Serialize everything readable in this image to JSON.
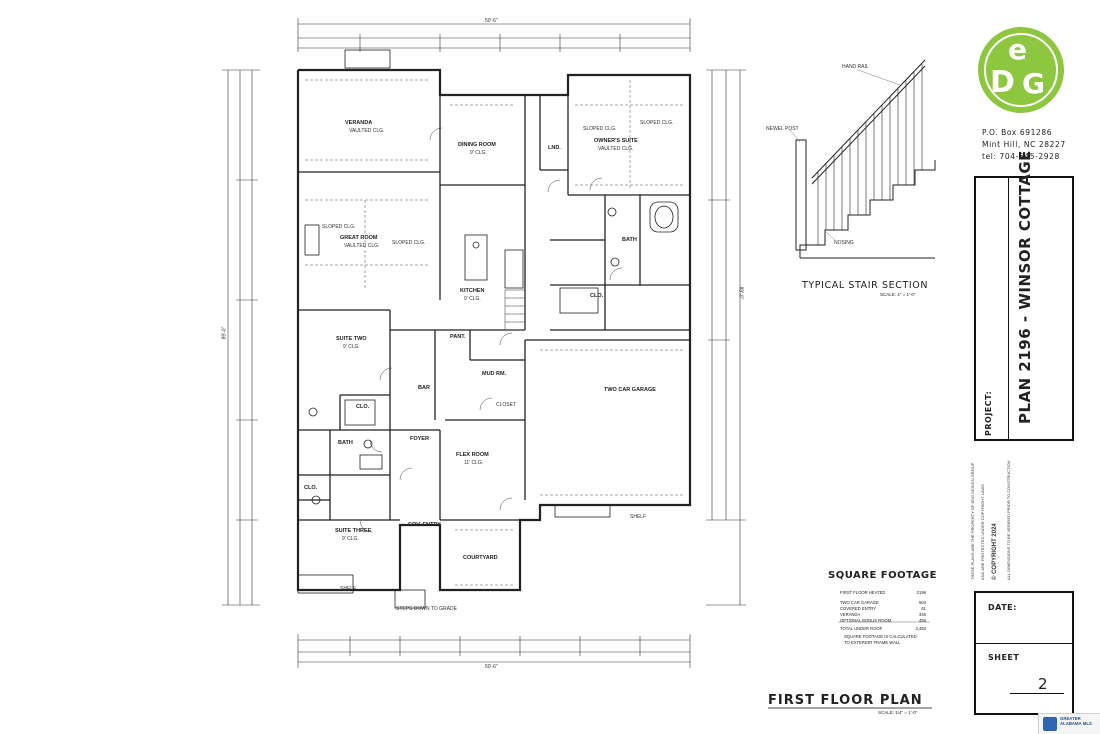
{
  "logo": {
    "letters": [
      "e",
      "D",
      "G"
    ],
    "color": "#8dc63f"
  },
  "contact": {
    "po_box": "P.O. Box 691286",
    "city": "Mint Hill, NC 28227",
    "tel": "tel: 704-545-2928"
  },
  "project": {
    "label": "PROJECT:",
    "name": "PLAN 2196 - WINSOR COTTAGE"
  },
  "notes": [
    "THESE PLANS ARE THE PROPERTY OF EDG DESIGN GROUP",
    "AND ARE PROTECTED UNDER COPYRIGHT LAWS",
    "© COPYRIGHT 2024",
    "ALL DIMENSIONS TO BE VERIFIED PRIOR TO CONSTRUCTION"
  ],
  "sheet_box": {
    "date_label": "DATE:",
    "sheet_label": "SHEET",
    "sheet_number": "2"
  },
  "stair_section": {
    "title": "TYPICAL STAIR SECTION",
    "scale": "SCALE: 1\" = 1'-0\"",
    "labels": {
      "hand_rail": "HAND RAIL",
      "newel_post": "NEWEL POST",
      "nosing": "NOSING"
    }
  },
  "square_footage": {
    "title": "SQUARE FOOTAGE",
    "rows": [
      {
        "label": "FIRST FLOOR HEATED",
        "value": "2196"
      },
      {
        "label": "TWO CAR GARAGE",
        "value": "504"
      },
      {
        "label": "COVERED ENTRY",
        "value": "61"
      },
      {
        "label": "VERANDA",
        "value": "346"
      },
      {
        "label": "OPTIONAL BONUS ROOM",
        "value": "456"
      },
      {
        "label": "TOTAL UNDER ROOF",
        "value": "3,463"
      }
    ],
    "footnote_1": "SQUARE FOOTAGE IS CALCULATED",
    "footnote_2": "TO EXTERIOR FRAME WALL"
  },
  "plan": {
    "title": "FIRST FLOOR PLAN",
    "scale": "SCALE: 1/4\" = 1'-0\"",
    "overall_width": "50'-6\"",
    "overall_depth": "89'-0\"",
    "rooms": {
      "veranda": "VERANDA",
      "veranda_sub": "VAULTED CLG.",
      "dining": "DINING ROOM",
      "dining_sub": "9' CLG.",
      "lnd": "LND.",
      "owners_suite": "OWNER'S SUITE",
      "owners_sub": "VAULTED CLG.",
      "great_room": "GREAT ROOM",
      "great_sub": "VAULTED CLG.",
      "kitchen": "KITCHEN",
      "kitchen_sub": "9' CLG.",
      "bath1": "BATH",
      "clo1": "CLO.",
      "suite_two": "SUITE TWO",
      "suite_two_sub": "9' CLG.",
      "pant": "PANT.",
      "mud_rm": "MUD RM.",
      "bar": "BAR",
      "clo2": "CLO.",
      "two_car_garage": "TWO CAR GARAGE",
      "bath2": "BATH",
      "foyer": "FOYER",
      "flex_room": "FLEX ROOM",
      "flex_sub": "11' CLG.",
      "clo3": "CLO.",
      "suite_three": "SUITE THREE",
      "suite_three_sub": "9' CLG.",
      "cov_entry": "COV. ENTRY",
      "courtyard": "COURTYARD",
      "sloped_clg": "SLOPED CLG.",
      "closet": "CLOSET",
      "shelf": "SHELF",
      "steps_down": "STEPS DOWN TO GRADE"
    }
  },
  "badge": {
    "text": "GREATER ALABAMA MLS"
  }
}
